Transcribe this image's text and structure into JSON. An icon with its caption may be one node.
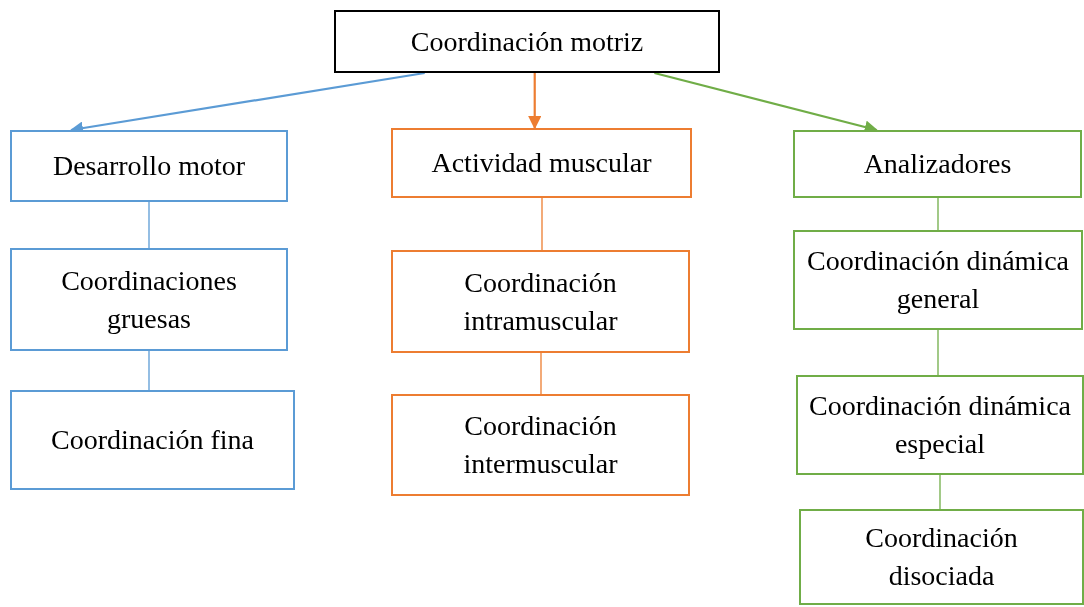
{
  "diagram": {
    "nodes": [
      {
        "text": [
          "Coordinación motriz"
        ]
      },
      {
        "text": [
          "Desarrollo motor"
        ]
      },
      {
        "text": [
          "Coordinaciones gruesas"
        ]
      },
      {
        "text": [
          "Coordinación fina"
        ]
      },
      {
        "text": [
          "Actividad muscular"
        ]
      },
      {
        "text": [
          "Coordinación intramuscular"
        ]
      },
      {
        "text": [
          "Coordinación intermuscular"
        ]
      },
      {
        "text": [
          "Analizadores"
        ]
      },
      {
        "text": [
          "Coordinación dinámica general"
        ]
      },
      {
        "text": [
          "Coordinación dinámica especial"
        ]
      },
      {
        "text": [
          "Coordinación disociada"
        ]
      }
    ],
    "edges": [
      {
        "from": 0,
        "to": 1,
        "arrow": "to",
        "color": "#5b9bd5"
      },
      {
        "from": 0,
        "to": 4,
        "arrow": "to",
        "color": "#ed7d31"
      },
      {
        "from": 0,
        "to": 7,
        "arrow": "to",
        "color": "#70ad47"
      },
      {
        "from": 1,
        "to": 2,
        "arrow": "none",
        "color": "#5b9bd5"
      },
      {
        "from": 2,
        "to": 3,
        "arrow": "none",
        "color": "#5b9bd5"
      },
      {
        "from": 4,
        "to": 5,
        "arrow": "none",
        "color": "#ed7d31"
      },
      {
        "from": 5,
        "to": 6,
        "arrow": "none",
        "color": "#ed7d31"
      },
      {
        "from": 7,
        "to": 8,
        "arrow": "none",
        "color": "#70ad47"
      },
      {
        "from": 8,
        "to": 9,
        "arrow": "none",
        "color": "#70ad47"
      },
      {
        "from": 9,
        "to": 10,
        "arrow": "none",
        "color": "#70ad47"
      }
    ]
  }
}
